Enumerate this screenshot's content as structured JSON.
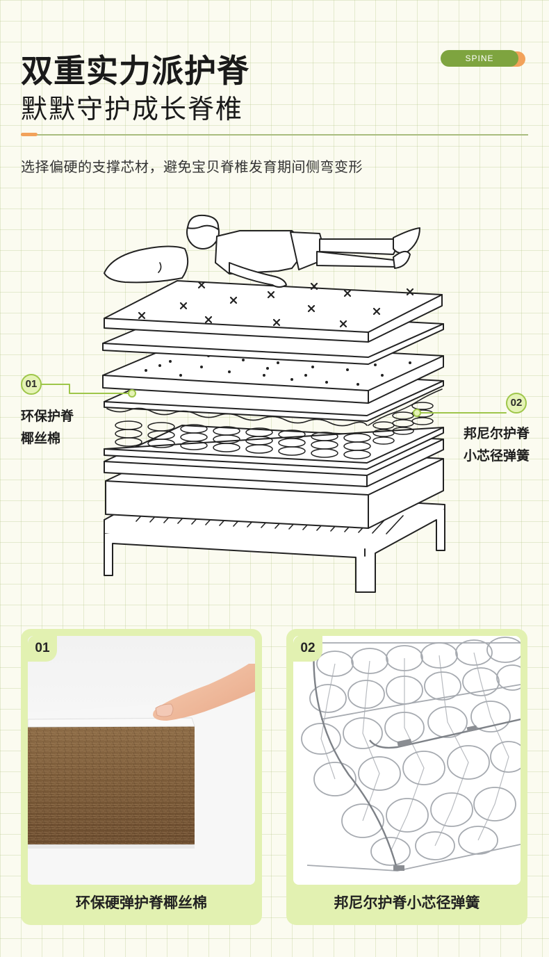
{
  "header": {
    "title_main": "双重实力派护脊",
    "title_sub": "默默守护成长脊椎",
    "tag": "SPINE",
    "description": "选择偏硬的支撑芯材，避免宝贝脊椎发育期间侧弯变形"
  },
  "callouts": [
    {
      "num": "01",
      "line1": "环保护脊",
      "line2": "椰丝棉"
    },
    {
      "num": "02",
      "line1": "邦尼尔护脊",
      "line2": "小芯径弹簧"
    }
  ],
  "cards": [
    {
      "num": "01",
      "caption": "环保硬弹护脊椰丝棉"
    },
    {
      "num": "02",
      "caption": "邦尼尔护脊小芯径弹簧"
    }
  ],
  "colors": {
    "accent_green": "#9ec64a",
    "tag_green": "#7ea43f",
    "accent_orange": "#f2a25a",
    "card_bg": "#e2f1b1"
  }
}
